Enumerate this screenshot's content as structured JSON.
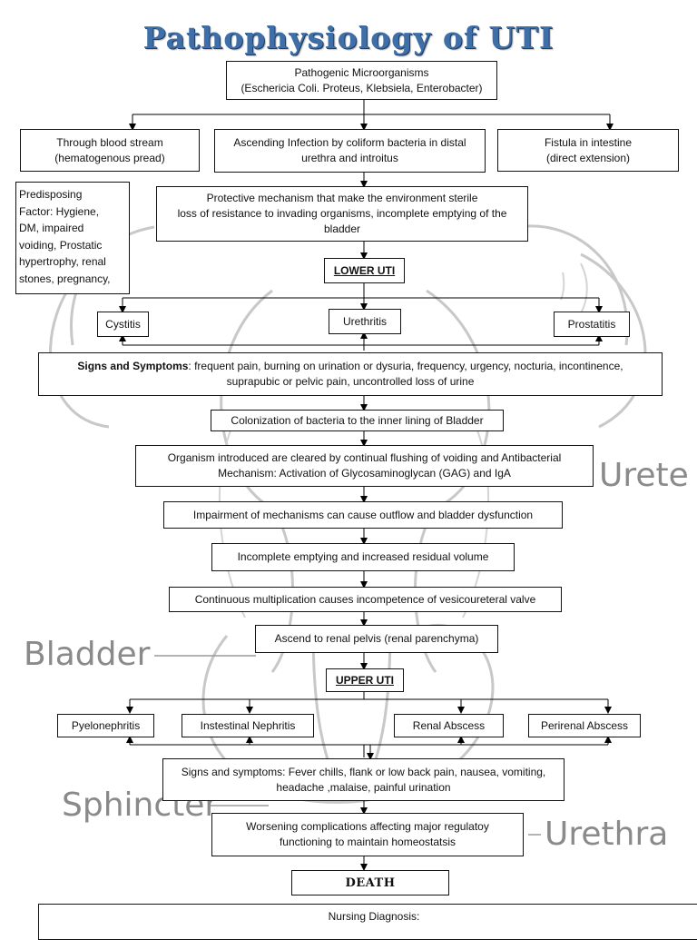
{
  "title": "Pathophysiology of UTI",
  "watermark": {
    "ureter": "Urete",
    "bladder": "Bladder",
    "sphincter": "Sphincter",
    "urethra": "Urethra"
  },
  "boxes": {
    "pathogens": {
      "line1": "Pathogenic Microorganisms",
      "line2": "(Eschericia Coli. Proteus, Klebsiela, Enterobacter)"
    },
    "blood": {
      "line1": "Through blood stream",
      "line2": "(hematogenous pread)"
    },
    "ascending": {
      "line1": "Ascending Infection by coliform bacteria in distal",
      "line2": "urethra and introitus"
    },
    "fistula": {
      "line1": "Fistula in intestine",
      "line2": "(direct extension)"
    },
    "predisposing": {
      "lines": [
        "Predisposing",
        "Factor: Hygiene,",
        "DM, impaired",
        "voiding, Prostatic",
        "hypertrophy, renal",
        "stones, pregnancy,"
      ]
    },
    "protective": {
      "line1": "Protective mechanism that make the environment sterile",
      "line2": "loss of resistance to invading organisms, incomplete emptying of the",
      "line3": "bladder"
    },
    "lower_uti": "LOWER UTI",
    "cystitis": "Cystitis",
    "urethritis": "Urethritis",
    "prostatitis": "Prostatitis",
    "signs1": {
      "bold": "Signs and Symptoms",
      "rest": ": frequent pain, burning on urination or dysuria, frequency, urgency, nocturia, incontinence,",
      "line2": "suprapubic or pelvic pain, uncontrolled loss of urine"
    },
    "colonization": "Colonization of bacteria to the inner lining of Bladder",
    "cleared": {
      "line1": "Organism introduced are cleared by continual flushing of voiding and Antibacterial",
      "line2": "Mechanism: Activation of Glycosaminoglycan (GAG) and IgA"
    },
    "impairment": "Impairment of mechanisms can cause outflow and bladder dysfunction",
    "incomplete": "Incomplete emptying and increased residual volume",
    "multiplication": "Continuous multiplication causes incompetence of vesicoureteral  valve",
    "ascend": "Ascend to renal pelvis (renal parenchyma)",
    "upper_uti": "UPPER UTI",
    "pyelo": "Pyelonephritis",
    "instestinal": "Instestinal Nephritis",
    "renal_abscess": "Renal Abscess",
    "perirenal": "Perirenal Abscess",
    "signs2": {
      "line1": "Signs and symptoms: Fever chills, flank or low back pain, nausea, vomiting,",
      "line2": "headache ,malaise, painful urination"
    },
    "worsening": {
      "line1": "Worsening complications affecting major regulatoy",
      "line2": "functioning to maintain homeostatsis"
    },
    "death": "DEATH",
    "nursing": "Nursing Diagnosis:"
  }
}
